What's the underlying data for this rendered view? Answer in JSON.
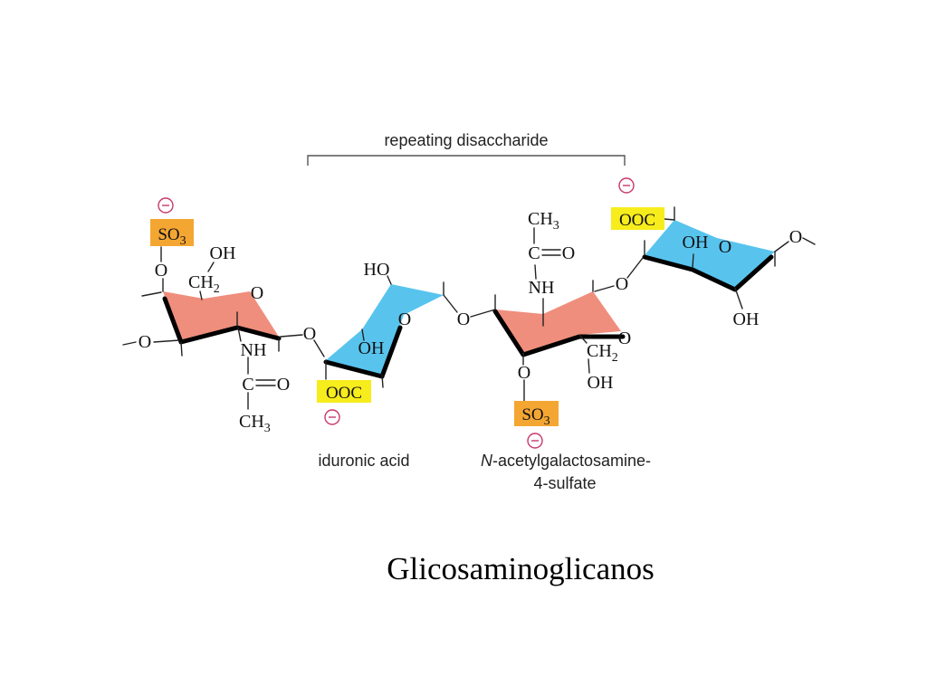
{
  "slide": {
    "caption": "Glicosaminoglicanos",
    "colors": {
      "galactosamine_ring": "#ef8e7c",
      "iduronic_ring": "#58c4ee",
      "sulfate_box": "#f4a632",
      "carboxylate_box": "#f7ec1c",
      "charge": "#c8386c"
    }
  },
  "diagram": {
    "bracket_label": "repeating disaccharide",
    "unit_galnac_left": {
      "sulfate": {
        "base": "SO",
        "sub": "3"
      },
      "sulfate_ester_o": "O",
      "hydroxyl": "OH",
      "methylene": {
        "base": "CH",
        "sub": "2"
      },
      "ring_o": "O",
      "chain_o": "O",
      "amide_nh": "NH",
      "carbonyl_c": "C",
      "carbonyl_o": "O",
      "methyl": {
        "base": "CH",
        "sub": "3"
      }
    },
    "link_o_1": "O",
    "unit_iduronic_1": {
      "hydroxyl_top": "HO",
      "ring_o": "O",
      "hydroxyl_mid": "OH",
      "carboxylate": "OOC"
    },
    "link_o_2": "O",
    "unit_galnac_4s": {
      "methyl": {
        "base": "CH",
        "sub": "3"
      },
      "carbonyl_c": "C",
      "carbonyl_o": "O",
      "amide_nh": "NH",
      "ring_o": "O",
      "methylene": {
        "base": "CH",
        "sub": "2"
      },
      "hydroxyl": "OH",
      "sulfate_ester_o": "O",
      "sulfate": {
        "base": "SO",
        "sub": "3"
      }
    },
    "link_o_3": "O",
    "unit_iduronic_2": {
      "carboxylate": "OOC",
      "hydroxyl_top": "OH",
      "ring_o": "O",
      "chain_o": "O",
      "hydroxyl_bottom": "OH"
    },
    "labels": {
      "iduronic_acid": "iduronic acid",
      "galnac_italic": "N",
      "galnac_rest": "-acetylgalactosamine-",
      "galnac_line2": "4-sulfate"
    }
  }
}
